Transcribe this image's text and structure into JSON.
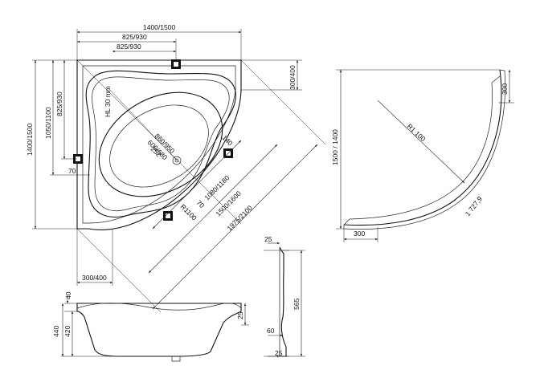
{
  "plan": {
    "top_dims": [
      "1400/1500",
      "825/930",
      "825/930"
    ],
    "left_dims": [
      "1400/1500",
      "1050/1100",
      "825/930"
    ],
    "right_dim": "300/400",
    "bottom_dim": "300/400",
    "left_small": "70",
    "headrest": "HL 30 mm",
    "inner_dims": [
      "860/950",
      "600/680",
      "252",
      "140"
    ],
    "radius": "R1100",
    "small_70": "70",
    "diagonals": [
      "1080/1180",
      "1500/1600",
      "1975/2100"
    ]
  },
  "side_view": {
    "dims": [
      "40",
      "440",
      "420",
      "25"
    ]
  },
  "profile": {
    "dims": [
      "25",
      "565",
      "60",
      "25"
    ]
  },
  "curve_view": {
    "height": "1500 / 1400",
    "top_right": "300",
    "bottom": "300",
    "radius": "R1 100",
    "arc": "1 727,9"
  }
}
